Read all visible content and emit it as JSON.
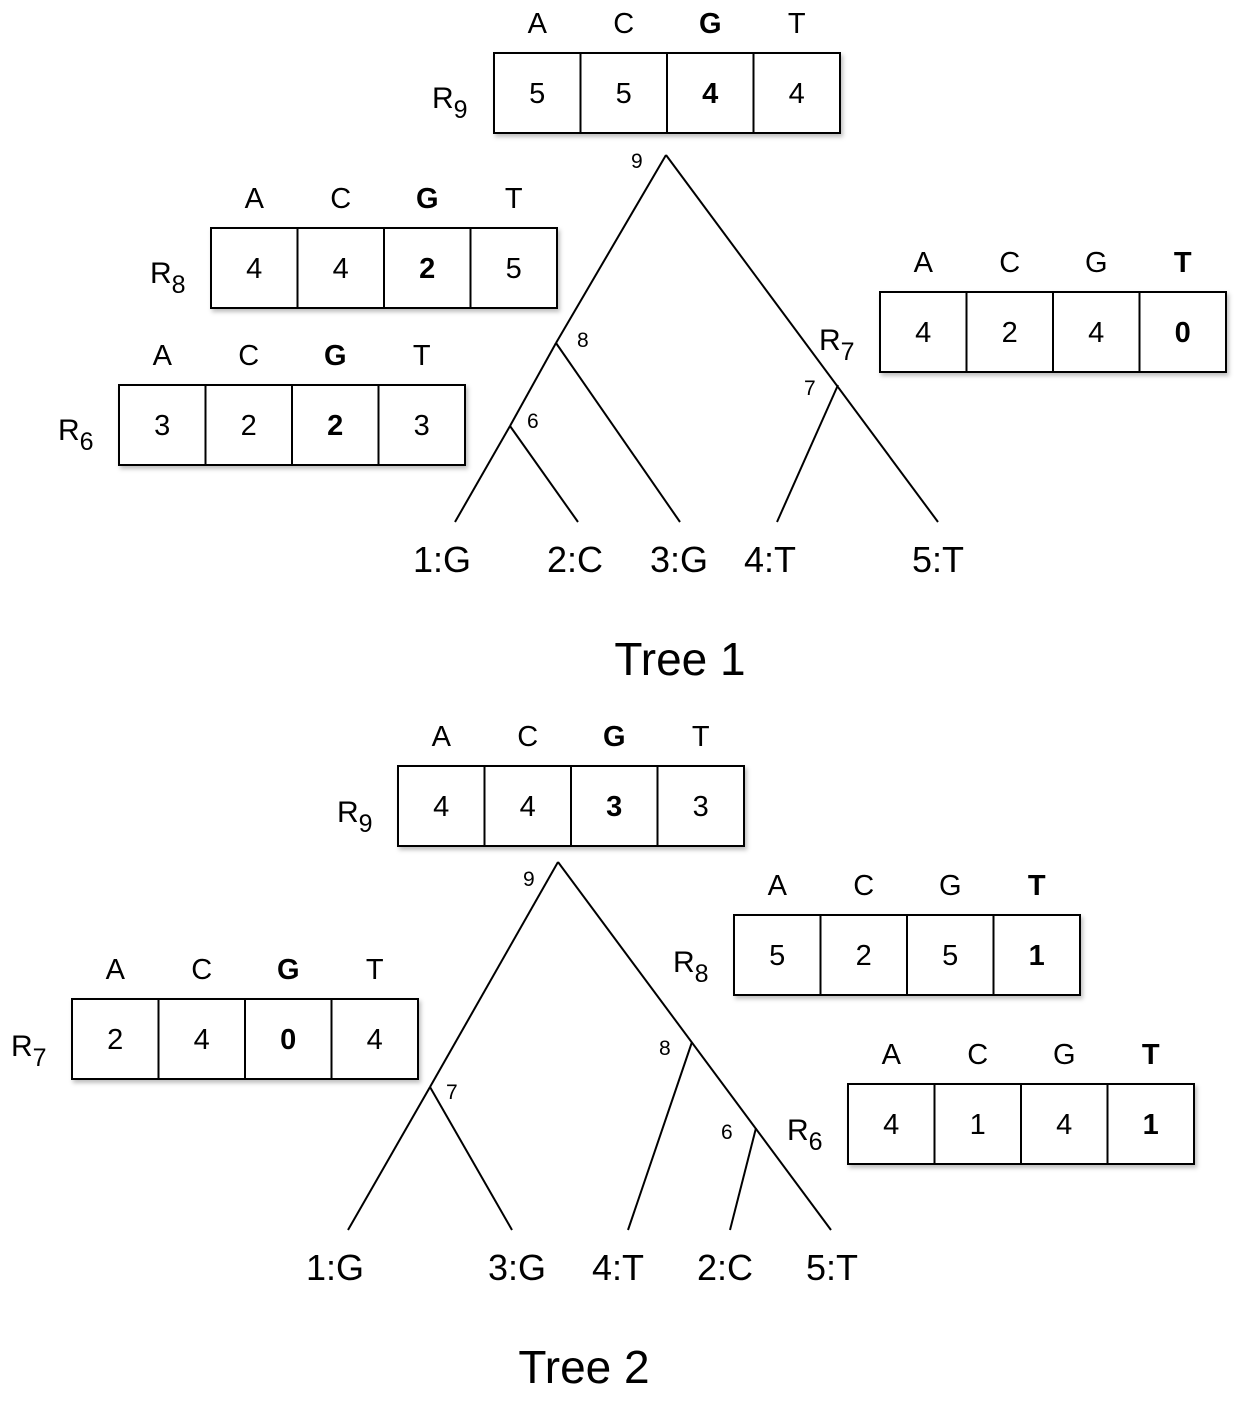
{
  "figure": {
    "tree1": {
      "title": "Tree 1",
      "leaves": [
        "1:G",
        "2:C",
        "3:G",
        "4:T",
        "5:T"
      ],
      "nodes": [
        "9",
        "8",
        "6",
        "7"
      ],
      "tables": [
        {
          "label": "R",
          "sub": "9",
          "headers": [
            "A",
            "C",
            "G",
            "T"
          ],
          "values": [
            "5",
            "5",
            "4",
            "4"
          ],
          "bold_index": 2
        },
        {
          "label": "R",
          "sub": "8",
          "headers": [
            "A",
            "C",
            "G",
            "T"
          ],
          "values": [
            "4",
            "4",
            "2",
            "5"
          ],
          "bold_index": 2
        },
        {
          "label": "R",
          "sub": "6",
          "headers": [
            "A",
            "C",
            "G",
            "T"
          ],
          "values": [
            "3",
            "2",
            "2",
            "3"
          ],
          "bold_index": 2
        },
        {
          "label": "R",
          "sub": "7",
          "headers": [
            "A",
            "C",
            "G",
            "T"
          ],
          "values": [
            "4",
            "2",
            "4",
            "0"
          ],
          "bold_index": 3
        }
      ]
    },
    "tree2": {
      "title": "Tree 2",
      "leaves": [
        "1:G",
        "3:G",
        "4:T",
        "2:C",
        "5:T"
      ],
      "nodes": [
        "9",
        "7",
        "8",
        "6"
      ],
      "tables": [
        {
          "label": "R",
          "sub": "9",
          "headers": [
            "A",
            "C",
            "G",
            "T"
          ],
          "values": [
            "4",
            "4",
            "3",
            "3"
          ],
          "bold_index": 2
        },
        {
          "label": "R",
          "sub": "7",
          "headers": [
            "A",
            "C",
            "G",
            "T"
          ],
          "values": [
            "2",
            "4",
            "0",
            "4"
          ],
          "bold_index": 2
        },
        {
          "label": "R",
          "sub": "8",
          "headers": [
            "A",
            "C",
            "G",
            "T"
          ],
          "values": [
            "5",
            "2",
            "5",
            "1"
          ],
          "bold_index": 3
        },
        {
          "label": "R",
          "sub": "6",
          "headers": [
            "A",
            "C",
            "G",
            "T"
          ],
          "values": [
            "4",
            "1",
            "4",
            "1"
          ],
          "bold_index": 3
        }
      ]
    }
  }
}
